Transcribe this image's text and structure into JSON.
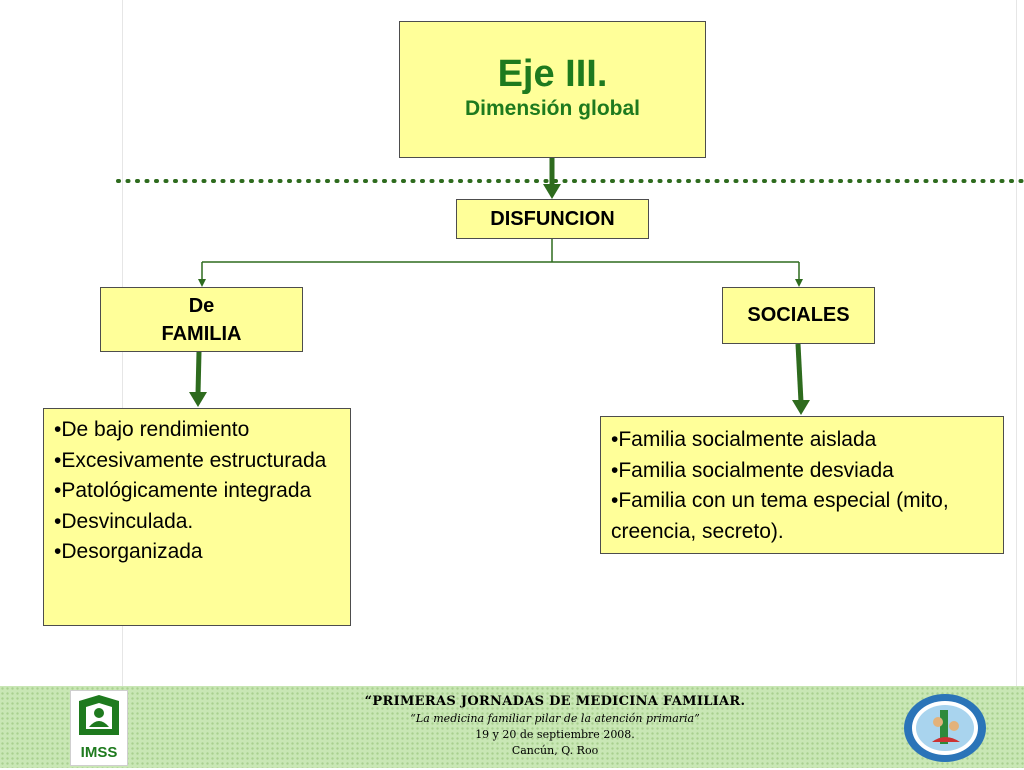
{
  "title": {
    "main": "Eje III.",
    "sub": "Dimensión global"
  },
  "disfuncion": "DISFUNCION",
  "left_branch": {
    "line1": "De",
    "line2": "FAMILIA"
  },
  "right_branch": {
    "label": "SOCIALES"
  },
  "left_items": [
    "•De bajo rendimiento",
    "•Excesivamente estructurada",
    "•Patológicamente integrada",
    "•Desvinculada.",
    "•Desorganizada"
  ],
  "right_items": [
    "•Familia socialmente aislada",
    "•Familia socialmente desviada",
    "•Familia con un tema especial (mito, creencia, secreto)."
  ],
  "footer": {
    "line1": "“PRIMERAS JORNADAS  DE  MEDICINA FAMILIAR.",
    "line2": "“La medicina familiar pilar de la atención  primaria”",
    "line3": "19 y 20 de septiembre 2008.",
    "line4": "Cancún, Q. Roo",
    "logo_left_text": "IMSS"
  },
  "colors": {
    "box_fill": "#ffff99",
    "title_green": "#1e7a1e",
    "connector_green": "#2e6b1e",
    "footer_green": "#c9e7b5"
  },
  "icons": [
    "imss-logo-icon",
    "medical-seal-icon"
  ]
}
